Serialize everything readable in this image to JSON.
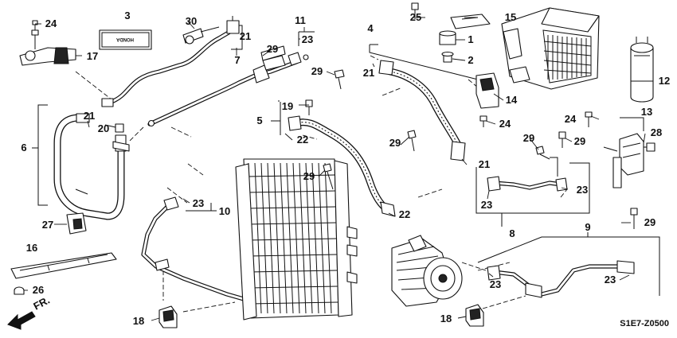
{
  "diagram": {
    "code": "S1E7-Z0500",
    "direction_label": "FR.",
    "label_plate_text": "HONDA",
    "callouts": {
      "c1": "1",
      "c2": "2",
      "c3": "3",
      "c4": "4",
      "c5": "5",
      "c6": "6",
      "c7": "7",
      "c8": "8",
      "c9": "9",
      "c10": "10",
      "c11": "11",
      "c12": "12",
      "c13": "13",
      "c14": "14",
      "c15": "15",
      "c16": "16",
      "c17": "17",
      "c18": "18",
      "c19": "19",
      "c20": "20",
      "c21": "21",
      "c22": "22",
      "c23": "23",
      "c24": "24",
      "c25": "25",
      "c26": "26",
      "c27": "27",
      "c28": "28",
      "c29": "29",
      "c30": "30"
    }
  }
}
